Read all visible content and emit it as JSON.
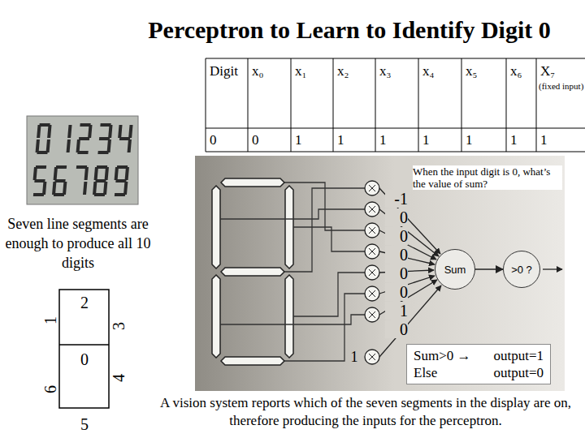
{
  "diagram": {
    "title": "Perceptron to Learn to Identify Digit 0",
    "caption": "A vision system reports which of the seven segments in the display are on, therefore producing the inputs for the perceptron.",
    "nodes": [
      {
        "text": [
          "Sum"
        ]
      },
      {
        "text": [
          ">0 ?"
        ]
      },
      {
        "text": [
          "Sum>0 →",
          "output=1",
          "Else",
          "output=0"
        ]
      }
    ],
    "edges": [
      {
        "from": 0,
        "to": 1,
        "arrow": "to"
      }
    ],
    "labels": [
      "Digit",
      "x₀",
      "x₁",
      "x₂",
      "x₃",
      "x₄",
      "x₅",
      "x₆",
      "X₇",
      "(fixed input)",
      "0",
      "0",
      "1",
      "1",
      "1",
      "1",
      "1",
      "1",
      "1",
      "Seven line segments are enough to produce all 10 digits",
      "2",
      "1",
      "3",
      "0",
      "6",
      "4",
      "5",
      "When the input digit is 0, what’s the value of sum?",
      "-1",
      "0",
      "0",
      "0",
      "0",
      "0",
      "1",
      "0",
      "1"
    ]
  }
}
